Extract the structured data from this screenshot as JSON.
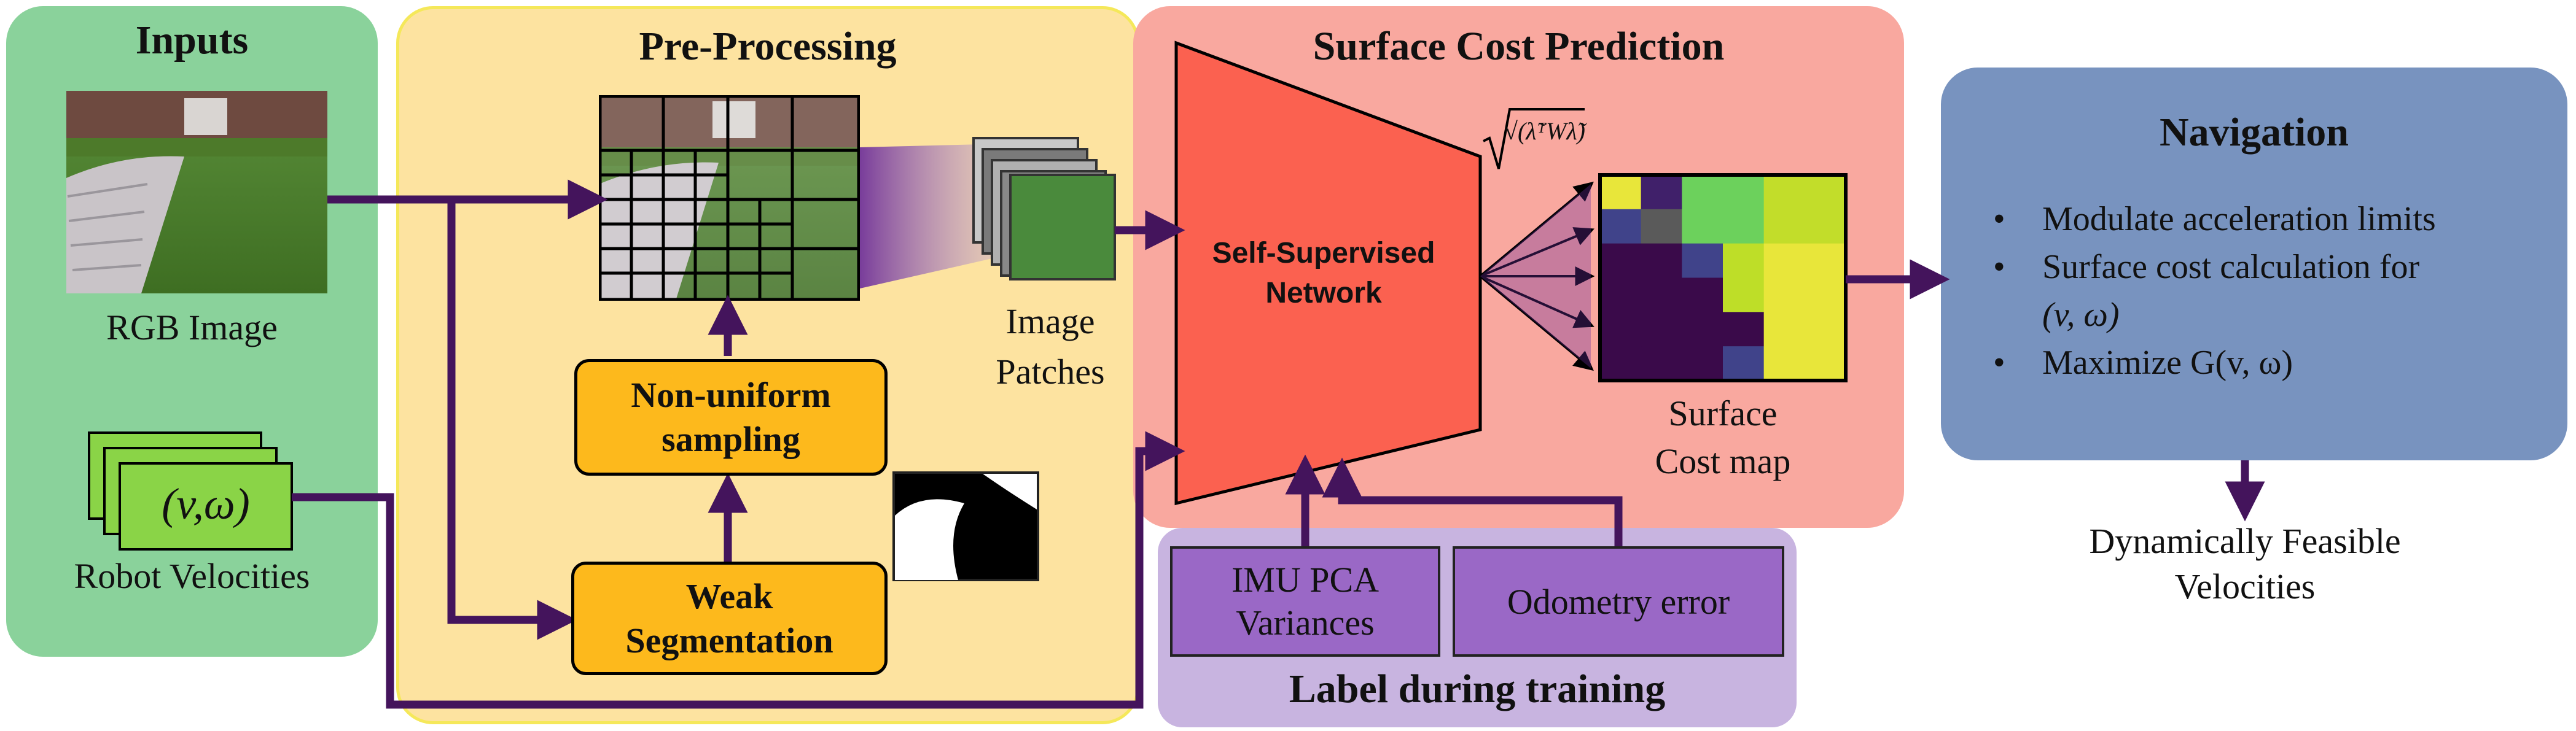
{
  "panels": {
    "inputs": {
      "title": "Inputs",
      "rgb_label": "RGB Image",
      "velocity_symbol": "(v,ω)",
      "velocities_label": "Robot Velocities"
    },
    "preprocessing": {
      "title": "Pre-Processing",
      "nonuniform_line1": "Non-uniform",
      "nonuniform_line2": "sampling",
      "weak_line1": "Weak",
      "weak_line2": "Segmentation",
      "patches_line1": "Image",
      "patches_line2": "Patches"
    },
    "surface": {
      "title": "Surface Cost Prediction",
      "network_line1": "Self-Supervised",
      "network_line2": "Network",
      "formula": "√(λ̃ᵀWλ̃)",
      "costmap_line1": "Surface",
      "costmap_line2": "Cost map"
    },
    "labels": {
      "title": "Label during training",
      "imu_line1": "IMU PCA",
      "imu_line2": "Variances",
      "odometry": "Odometry error"
    },
    "navigation": {
      "title": "Navigation",
      "bullets": [
        "Modulate acceleration limits",
        "Surface cost calculation for",
        "(v, ω)",
        "Maximize G(v, ω)"
      ],
      "output_line1": "Dynamically Feasible",
      "output_line2": "Velocities"
    }
  },
  "colors": {
    "inputs_bg": "#8ad29b",
    "preprocessing_bg": "#fde3a0",
    "preprocessing_border": "#f5e85a",
    "surface_bg": "#f9a89f",
    "network_fill": "#fb6150",
    "labels_bg": "#c8b4e0",
    "label_box": "#9a68c6",
    "navigation_bg": "#7893bf",
    "orange_box": "#fdb91c",
    "arrow": "#44145c",
    "patch_green": "#4a8a3c",
    "velocity_green": "#8ad447"
  },
  "costmap_grid": [
    [
      "#e8e63a",
      "#40206a",
      "#6cd15c",
      "#6cd15c",
      "#c2dd2a",
      "#c2dd2a"
    ],
    [
      "#40438a",
      "#5a5a5a",
      "#6cd15c",
      "#6cd15c",
      "#c2dd2a",
      "#c2dd2a"
    ],
    [
      "#3a0a4a",
      "#3a0a4a",
      "#40438a",
      "#bede28",
      "#e8e63a",
      "#e8e63a"
    ],
    [
      "#3a0a4a",
      "#3a0a4a",
      "#3a0a4a",
      "#bede28",
      "#e8e63a",
      "#e8e63a"
    ],
    [
      "#3a0a4a",
      "#3a0a4a",
      "#3a0a4a",
      "#3a0a4a",
      "#e8e63a",
      "#e8e63a"
    ],
    [
      "#3a0a4a",
      "#3a0a4a",
      "#3a0a4a",
      "#40438a",
      "#e8e63a",
      "#e8e63a"
    ]
  ]
}
